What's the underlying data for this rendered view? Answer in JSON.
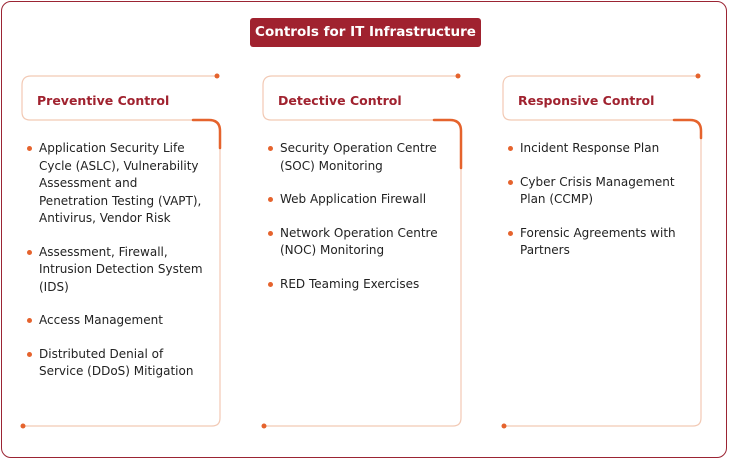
{
  "title": "Controls for IT Infrastructure",
  "colors": {
    "accent": "#a0222f",
    "highlight": "#e5632d",
    "outline": "#f2c9b4"
  },
  "columns": [
    {
      "heading": "Preventive Control",
      "items": [
        "Application Security Life Cycle (ASLC), Vulnerability Assessment and Penetration Testing (VAPT), Antivirus, Vendor Risk",
        "Assessment, Firewall, Intrusion Detection System (IDS)",
        "Access Management",
        "Distributed Denial of Service (DDoS) Mitigation"
      ]
    },
    {
      "heading": "Detective Control",
      "items": [
        "Security Operation Centre (SOC) Monitoring",
        "Web Application Firewall",
        "Network Operation Centre (NOC) Monitoring",
        "RED Teaming Exercises"
      ]
    },
    {
      "heading": "Responsive Control",
      "items": [
        "Incident Response Plan",
        "Cyber Crisis Management Plan (CCMP)",
        "Forensic Agreements with Partners"
      ]
    }
  ]
}
